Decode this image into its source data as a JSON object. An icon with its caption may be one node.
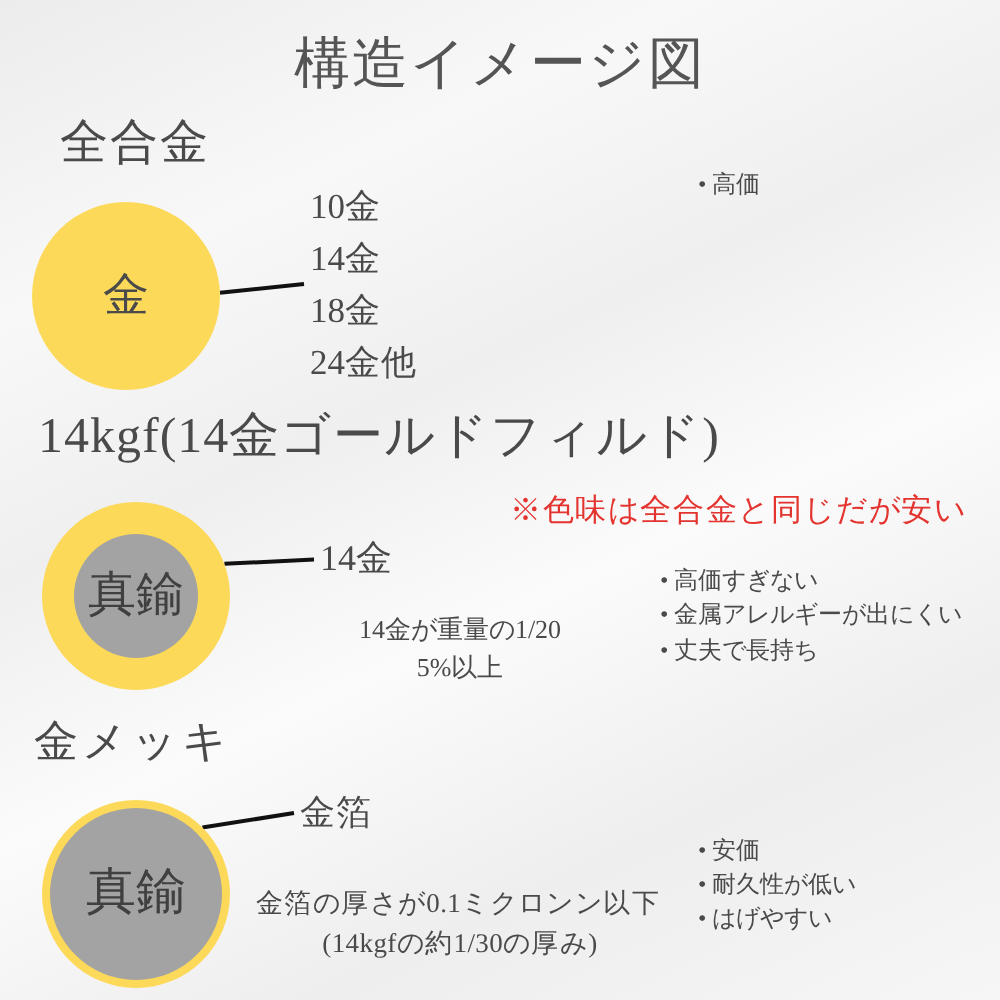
{
  "diagram": {
    "title": "構造イメージ図",
    "nodes": [
      {
        "text": [
          "金"
        ]
      },
      {
        "text": [
          "10金",
          "14金",
          "18金",
          "24金他"
        ]
      },
      {
        "text": [],
        "shape": "circle"
      },
      {
        "text": [
          "真鍮"
        ],
        "in": 2
      },
      {
        "text": [
          "14金"
        ]
      },
      {
        "text": [],
        "shape": "circle"
      },
      {
        "text": [
          "真鍮"
        ],
        "in": 5
      },
      {
        "text": [
          "金箔"
        ]
      }
    ],
    "edges": [
      {
        "from": 1,
        "to": 0,
        "arrow": "none"
      },
      {
        "from": 4,
        "to": 2,
        "arrow": "none"
      },
      {
        "from": 7,
        "to": 5,
        "arrow": "none"
      }
    ],
    "labels": [
      "全合金",
      "• 高価",
      "14kgf(14金ゴールドフィルド)",
      "※色味は全合金と同じだが安い",
      "14金が重量の1/20",
      "5%以上",
      "• 高価すぎない",
      "• 金属アレルギーが出にくい",
      "• 丈夫で長持ち",
      "金メッキ",
      "• 安価",
      "• 耐久性が低い",
      "• はげやすい",
      "金箔の厚さが0.1ミクロンン以下",
      "(14kgfの約1/30の厚み)"
    ]
  }
}
